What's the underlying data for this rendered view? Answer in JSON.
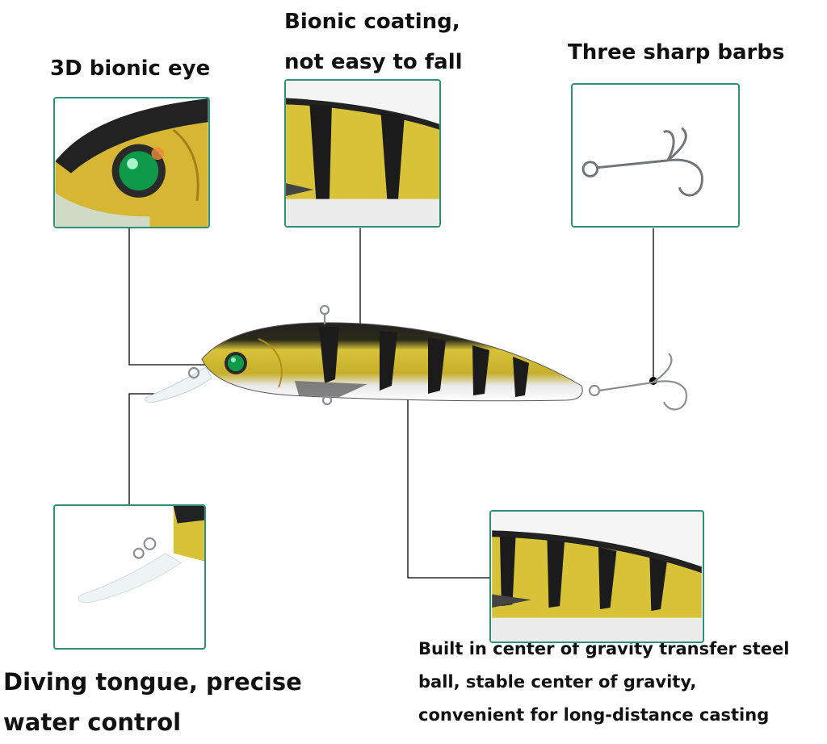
{
  "labels": {
    "eye": "3D bionic eye",
    "coating_line1": "Bionic coating,",
    "coating_line2": "not easy to fall",
    "barbs": "Three sharp barbs",
    "tongue_line1": "Diving tongue, precise",
    "tongue_line2": "water control",
    "ball_line1": "Built in center of gravity transfer steel",
    "ball_line2": "ball, stable center of gravity,",
    "ball_line3": "convenient for long-distance casting"
  },
  "colors": {
    "frame_border": "#2f8f7a",
    "lure_yellow": "#d8c23a",
    "lure_stripe": "#1b1b1b",
    "lure_back": "#222222",
    "lure_belly": "#f2f2f2",
    "eye": "#0f9a4a",
    "leader_line": "#000000"
  }
}
